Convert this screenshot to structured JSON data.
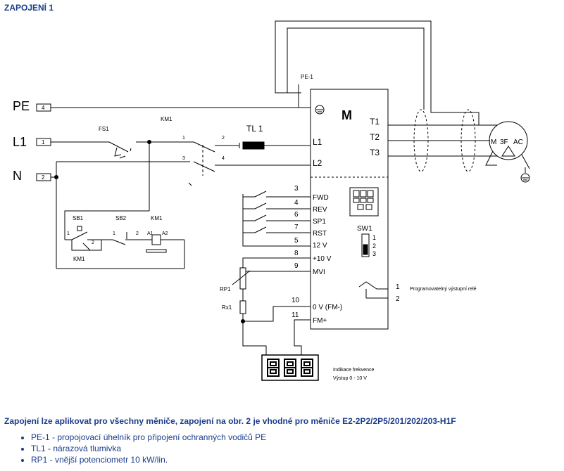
{
  "title": "ZAPOJENÍ 1",
  "terminals": {
    "pe": {
      "label": "PE",
      "num": "4"
    },
    "l1": {
      "label": "L1",
      "num": "1"
    },
    "n": {
      "label": "N",
      "num": "2"
    }
  },
  "components": {
    "fs1": "FS1",
    "km1_top": "KM1",
    "km1_coil": "KM1",
    "km1_aux": "KM1",
    "tl1": "TL 1",
    "pe1": "PE-1",
    "sb1": "SB1",
    "sb2": "SB2",
    "rp1": "RP1",
    "rx1": "Rx1",
    "a1": "A1",
    "a2": "A2",
    "c1": "1",
    "c2": "2",
    "c3": "3",
    "c4": "4",
    "sb_1a": "1",
    "sb_2a": "2",
    "sb_1b": "1",
    "sb_2b": "2",
    "sw1": "SW1",
    "sw_1": "1",
    "sw_2": "2",
    "sw_3": "3",
    "relay_1": "1",
    "relay_2": "2",
    "relay_label": "Programovatelný výstupní relé"
  },
  "inverter": {
    "m": "M",
    "l1": "L1",
    "l2": "L2",
    "t1": "T1",
    "t2": "T2",
    "t3": "T3",
    "fwd": "FWD",
    "rev": "REV",
    "sp1": "SP1",
    "rst": "RST",
    "v12": "12 V",
    "v10": "+10 V",
    "mvi": "MVI",
    "ov": "0 V (FM-)",
    "fm": "FM+"
  },
  "control_numbers": [
    "3",
    "4",
    "6",
    "7",
    "5",
    "8",
    "9",
    "10",
    "11"
  ],
  "motor": {
    "m": "M",
    "f": "3F",
    "ac": "AC"
  },
  "display": {
    "digits": "888",
    "caption1": "Indikace  frekvence",
    "caption2": "Výstup  0 - 10 V"
  },
  "note": "Zapojení lze aplikovat pro všechny měniče, zapojení na obr. 2 je vhodné pro měniče E2-2P2/2P5/201/202/203-H1F",
  "bullets": [
    "PE-1 - propojovací úhelník pro připojení ochranných vodičů PE",
    "TL1 - nárazová tlumivka",
    "RP1 - vnější potenciometr 10 kW/lin."
  ]
}
